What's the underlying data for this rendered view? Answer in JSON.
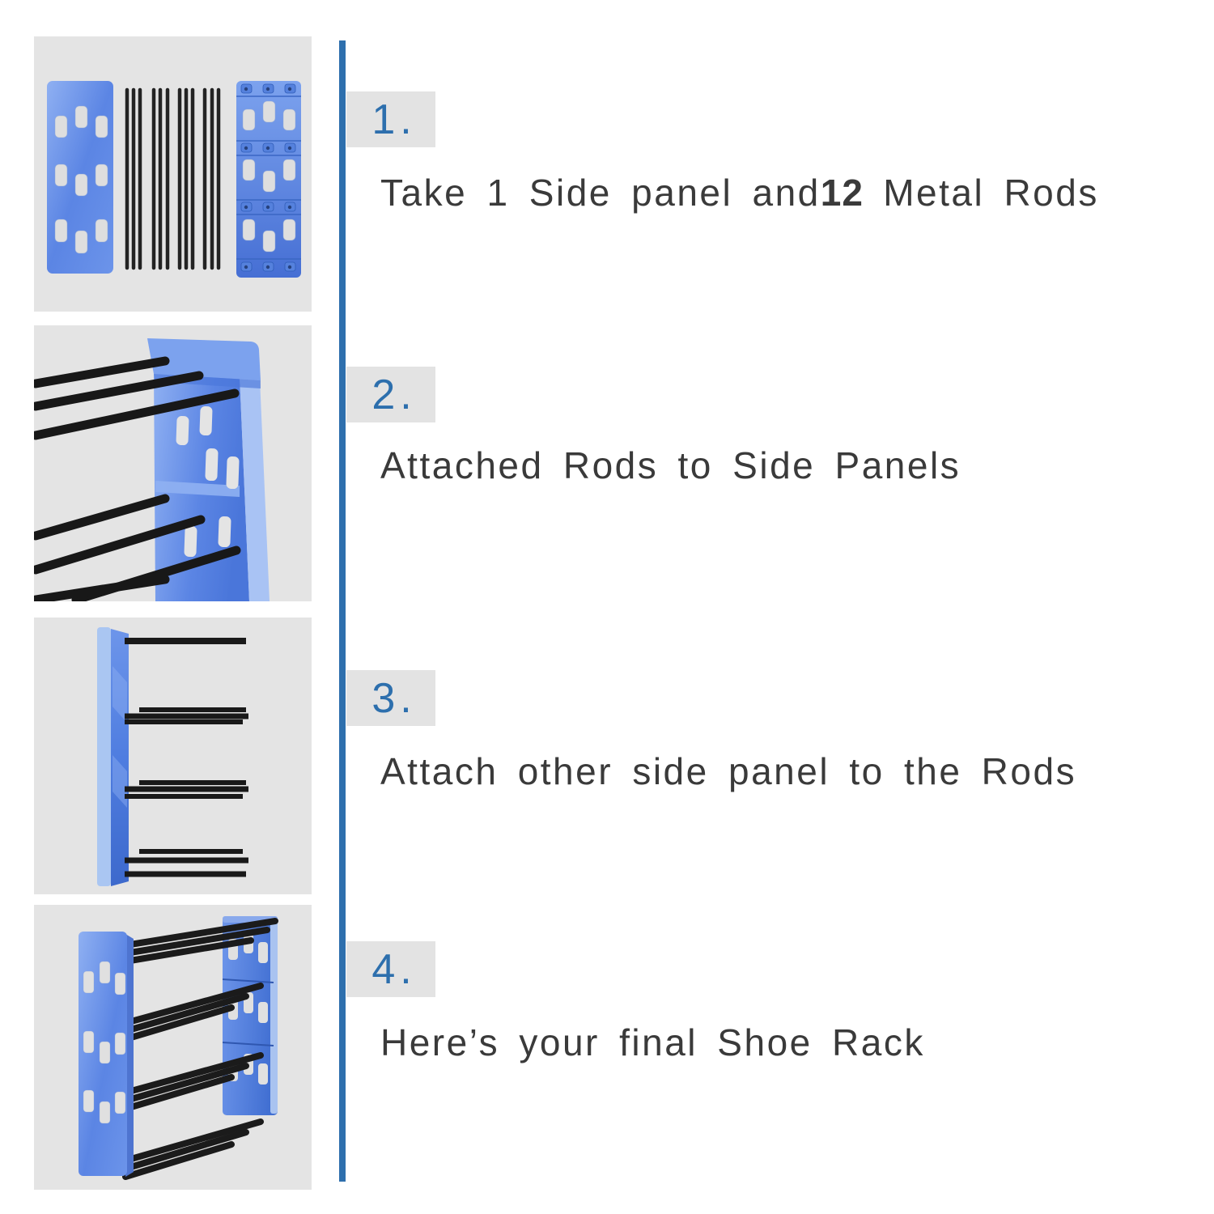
{
  "instructions": {
    "steps": [
      {
        "number": "1.",
        "text": "Take 1 Side panel and",
        "highlight": "12",
        "text_after": " Metal Rods",
        "image": "side-panel-and-12-metal-rods"
      },
      {
        "number": "2.",
        "text": "Attached Rods to Side Panels",
        "image": "rods-attached-to-one-side-panel"
      },
      {
        "number": "3.",
        "text": "Attach other side panel to the Rods",
        "image": "side-view-panel-with-rods"
      },
      {
        "number": "4.",
        "text": "Here’s your final Shoe Rack",
        "image": "assembled-shoe-rack"
      }
    ]
  },
  "colors": {
    "page_background": "#ffffff",
    "image_background": "#e4e4e4",
    "badge_background": "#e3e3e3",
    "divider_blue": "#2e6fad",
    "step_number_blue": "#2d6fad",
    "body_text": "#3a3a3a",
    "panel_blue": "#5b85e4",
    "panel_blue_light": "#9ab8f4",
    "panel_blue_dark": "#3f6cd2",
    "rod_black": "#1b1b1b",
    "hole_gray": "#dedede"
  }
}
